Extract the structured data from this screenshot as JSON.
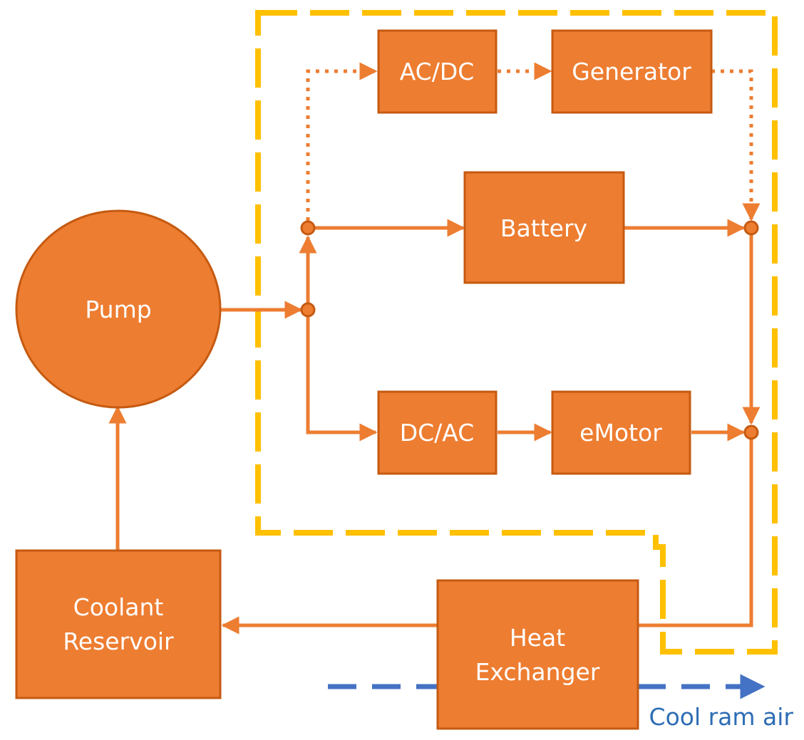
{
  "colors": {
    "box_fill": "#ED7D31",
    "box_stroke": "#C55A11",
    "flow_line": "#ED7D31",
    "boundary": "#FFC000",
    "air_flow": "#4472C4",
    "label_text": "#FFFFFF",
    "caption_text": "#2E6DB4"
  },
  "nodes": {
    "pump": {
      "label": "Pump"
    },
    "ac_dc": {
      "label": "AC/DC"
    },
    "generator": {
      "label": "Generator"
    },
    "battery": {
      "label": "Battery"
    },
    "dc_ac": {
      "label": "DC/AC"
    },
    "emotor": {
      "label": "eMotor"
    },
    "coolant_reservoir": {
      "label_line1": "Coolant",
      "label_line2": "Reservoir"
    },
    "heat_exchanger": {
      "label_line1": "Heat",
      "label_line2": "Exchanger"
    }
  },
  "air_flow": {
    "label": "Cool ram air"
  }
}
